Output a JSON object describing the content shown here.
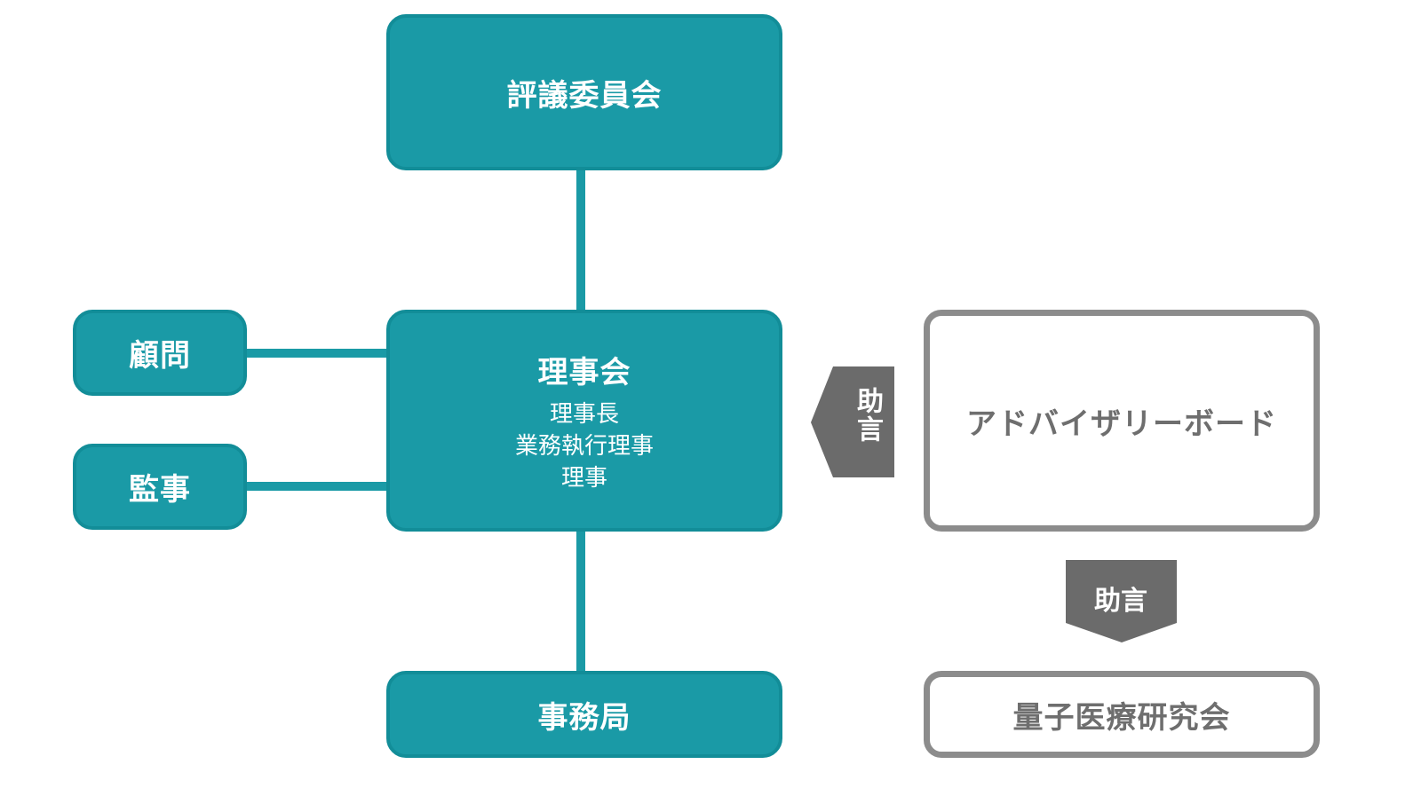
{
  "nodes": {
    "council": "評議委員会",
    "board": {
      "title": "理事会",
      "members": [
        "理事長",
        "業務執行理事",
        "理事"
      ]
    },
    "advisor": "顧問",
    "auditor": "監事",
    "secretariat": "事務局",
    "advisory_board": "アドバイザリーボード",
    "research_group": "量子医療研究会"
  },
  "arrows": {
    "advice_to_board": "助言",
    "advice_to_research": "助言"
  },
  "colors": {
    "teal": "#1a9aa6",
    "teal_border": "#128d98",
    "gray": "#8c8c8c",
    "arrow": "#6b6b6b"
  }
}
